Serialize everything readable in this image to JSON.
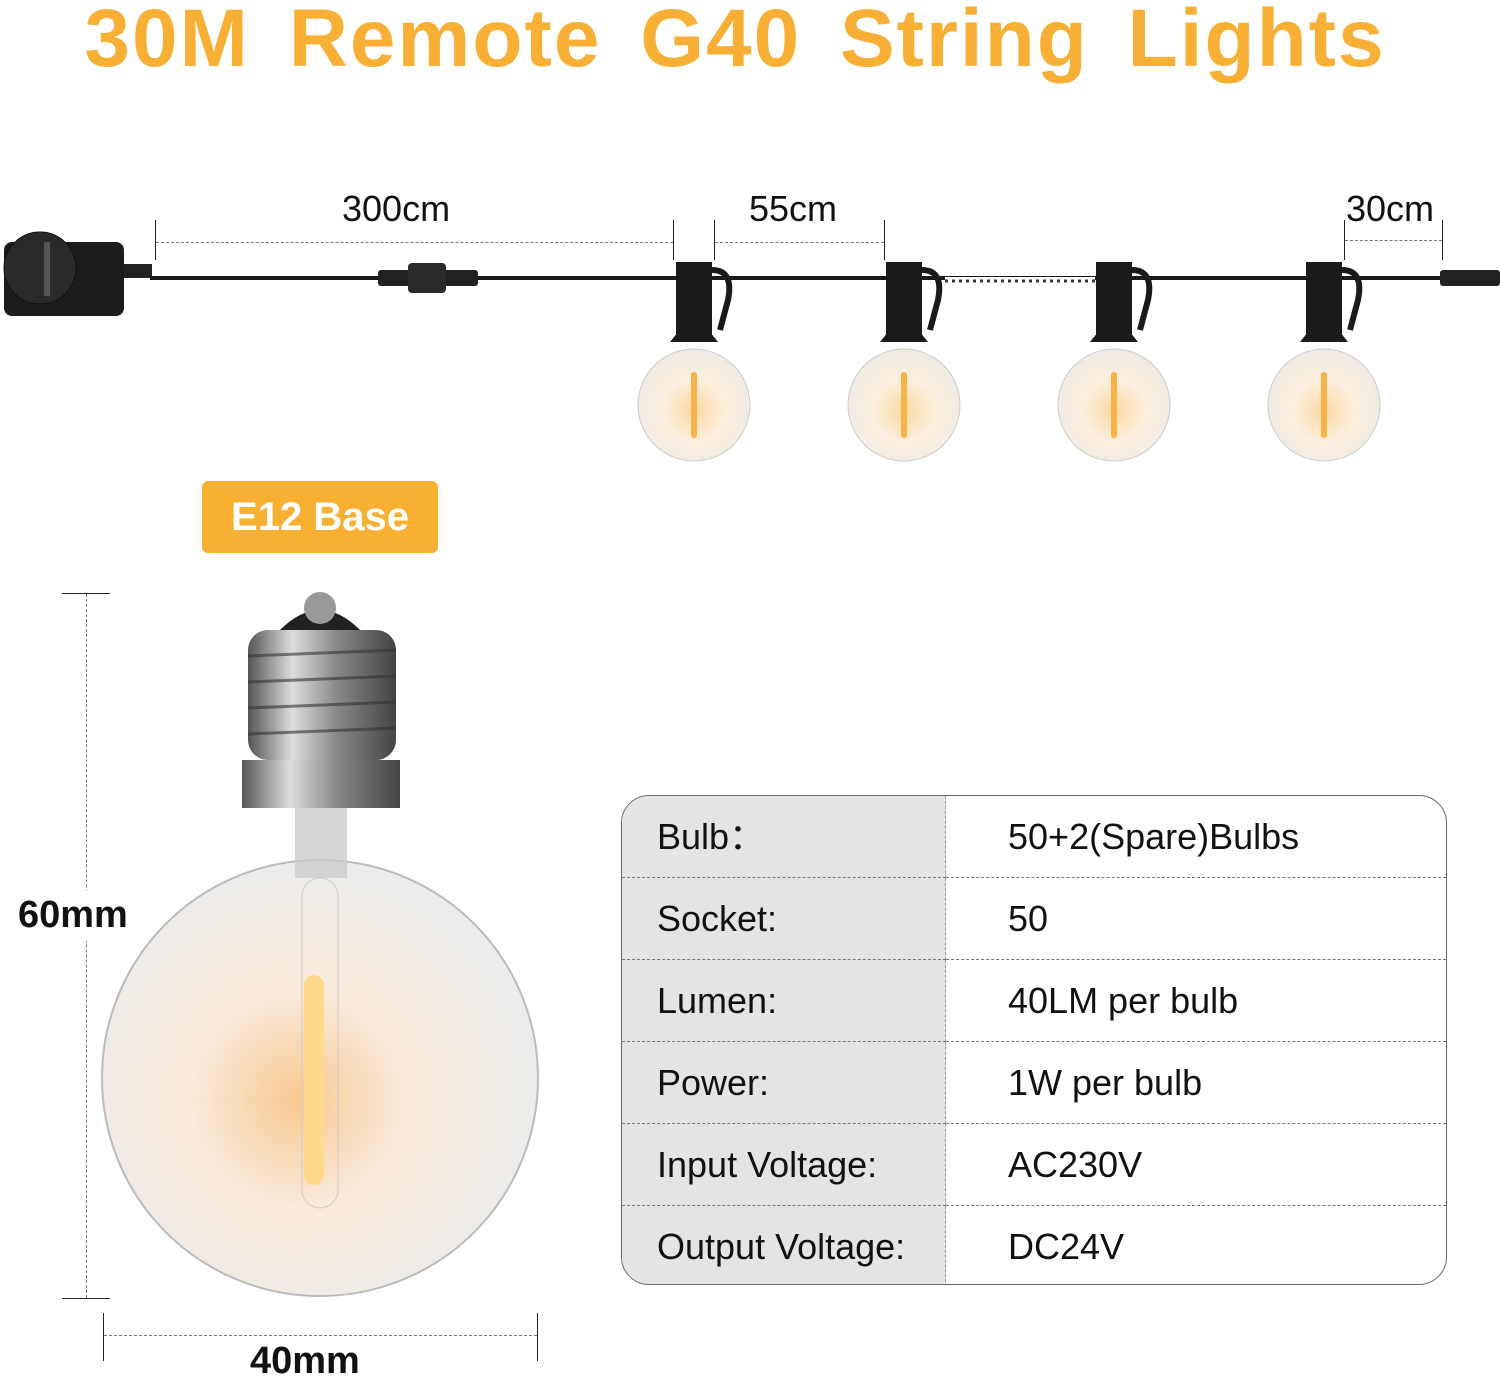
{
  "title": "30M Remote G40 String Lights",
  "dimensions": {
    "lead_cable": "300cm",
    "bulb_spacing": "55cm",
    "end_cable": "30cm",
    "bulb_height": "60mm",
    "bulb_width": "40mm"
  },
  "badge": "E12 Base",
  "specs": [
    {
      "label": "Bulb：",
      "value": "50+2(Spare)Bulbs"
    },
    {
      "label": "Socket:",
      "value": "50"
    },
    {
      "label": "Lumen:",
      "value": "40LM per bulb"
    },
    {
      "label": "Power:",
      "value": "1W per bulb"
    },
    {
      "label": "Input Voltage:",
      "value": "AC230V"
    },
    {
      "label": "Output Voltage:",
      "value": "DC24V"
    }
  ],
  "colors": {
    "accent": "#F7B035",
    "badge": "#F8B032",
    "table_label_bg": "#e4e4e4"
  }
}
